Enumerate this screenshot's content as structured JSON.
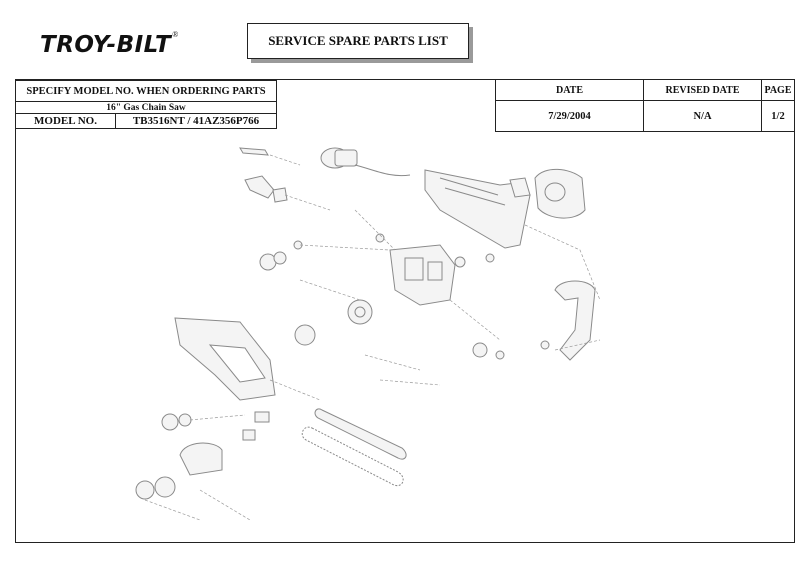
{
  "header": {
    "logo_text": "TROY-BILT",
    "logo_reg": "®",
    "title": "SERVICE SPARE PARTS LIST"
  },
  "spec": {
    "specify_label": "SPECIFY MODEL NO. WHEN ORDERING PARTS",
    "product": "16\" Gas Chain Saw",
    "model_label": "MODEL NO.",
    "model_value": "TB3516NT / 41AZ356P766"
  },
  "meta": {
    "date_label": "DATE",
    "date_value": "7/29/2004",
    "revised_label": "REVISED DATE",
    "revised_value": "N/A",
    "page_label": "PAGE",
    "page_value": "1/2"
  },
  "diagram": {
    "line_color": "#8a8a8a",
    "part_fill": "#f2f2f2"
  }
}
